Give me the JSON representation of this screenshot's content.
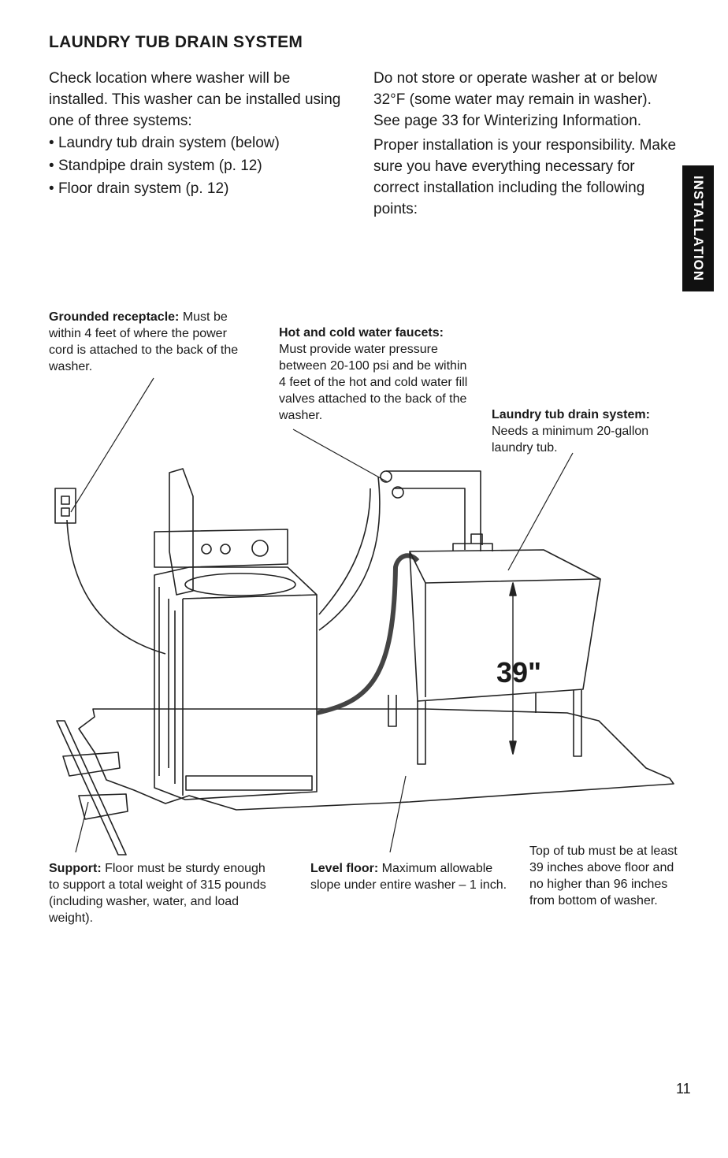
{
  "page": {
    "title": "LAUNDRY TUB DRAIN SYSTEM",
    "page_number": "11",
    "side_tab": "INSTALLATION"
  },
  "intro_left": {
    "text": "Check location where washer will be installed. This washer can be installed using one of three systems:",
    "bullets": [
      "Laundry tub drain system (below)",
      "Standpipe drain system (p. 12)",
      "Floor drain system (p. 12)"
    ]
  },
  "intro_right": {
    "para1": "Do not store or operate washer at or below 32°F (some water may remain in washer). See page 33 for Winterizing Information.",
    "para2": "Proper installation is your responsibility. Make sure you have everything necessary for correct installation including the following points:"
  },
  "callouts": {
    "grounded": {
      "label": "Grounded receptacle:",
      "text": " Must be within 4 feet of where the power cord is attached to the back of the washer."
    },
    "faucets": {
      "label": "Hot and cold water faucets:",
      "text": "Must provide water pressure between 20-100 psi and be within 4 feet of the hot and cold water fill valves attached to the back of the washer."
    },
    "tub": {
      "label": "Laundry tub drain system:",
      "text": "Needs a minimum 20-gallon laundry tub."
    },
    "support": {
      "label": "Support:",
      "text": " Floor must be sturdy enough to support a total weight of 315 pounds (including washer, water, and load weight)."
    },
    "level": {
      "label": "Level floor:",
      "text": " Maximum allowable slope under entire washer – 1 inch."
    },
    "height": {
      "text": "Top of tub must be at least 39 inches above floor and no higher than 96 inches from bottom of washer."
    }
  },
  "illustration": {
    "dimension_label": "39\""
  }
}
